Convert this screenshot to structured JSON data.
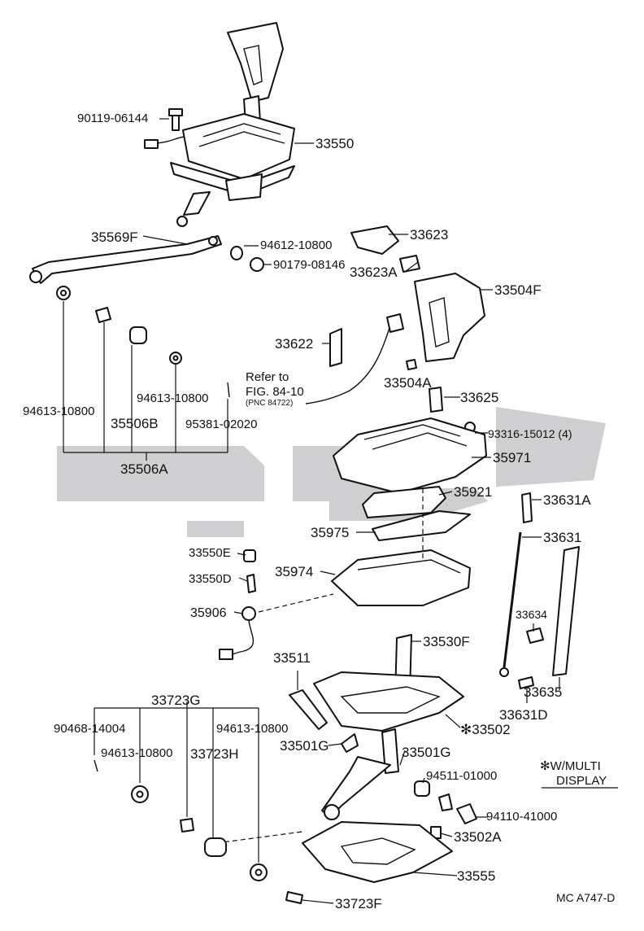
{
  "diagram": {
    "watermark_color": "#cfcfd1",
    "line_color": "#111111",
    "parts": {
      "p90119": "90119-06144",
      "p33550": "33550",
      "p35569F": "35569F",
      "p94612": "94612-10800",
      "p90179": "90179-08146",
      "p33623": "33623",
      "p33623A": "33623A",
      "p33504F": "33504F",
      "p33622": "33622",
      "p33504A": "33504A",
      "p33625": "33625",
      "p93316": "93316-15012 (4)",
      "p94613a": "94613-10800",
      "p35506B": "35506B",
      "p94613b": "94613-10800",
      "p95381": "95381-02020",
      "p35506A": "35506A",
      "p35971": "35971",
      "p35921": "35921",
      "p33631A": "33631A",
      "p35975": "35975",
      "p33631": "33631",
      "p33550E": "33550E",
      "p35974": "35974",
      "p33550D": "33550D",
      "p35906": "35906",
      "p33634": "33634",
      "p33530F": "33530F",
      "p33511": "33511",
      "p33635": "33635",
      "p33723G": "33723G",
      "p33631D": "33631D",
      "p33502": "✻33502",
      "p90468": "90468-14004",
      "p94613c": "94613-10800",
      "p94613d": "94613-10800",
      "p33723H": "33723H",
      "p33501Ga": "33501G",
      "p33501Gb": "33501G",
      "p94511": "94511-01000",
      "p94110": "94110-41000",
      "p33502A": "33502A",
      "p33555": "33555",
      "p33723F": "33723F"
    },
    "refer": {
      "line1": "Refer to",
      "line2": "FIG. 84-10",
      "line3": "(PNC 84722)"
    },
    "note": {
      "line1": "✻W/MULTI",
      "line2": "DISPLAY"
    },
    "figure_code": "MC A747-D"
  }
}
